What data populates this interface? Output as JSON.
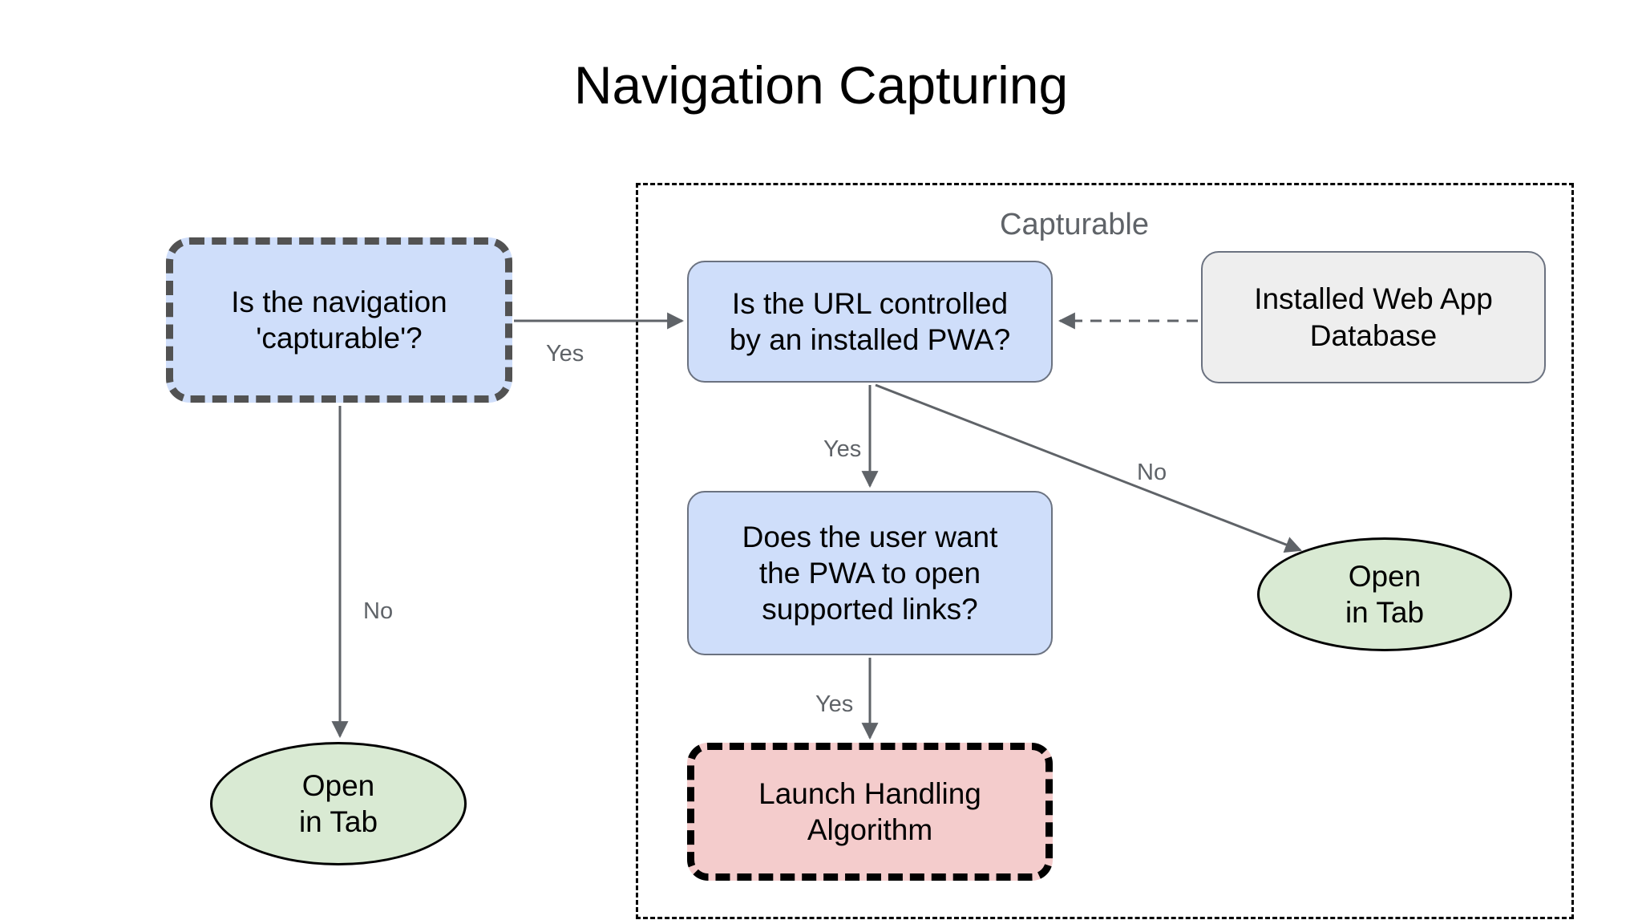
{
  "page": {
    "title": "Navigation Capturing",
    "background_color": "#ffffff"
  },
  "group": {
    "label": "Capturable",
    "border_style": "dashed",
    "border_color": "#000000",
    "label_color": "#5f6368"
  },
  "colors": {
    "decision_fill": "#cfdefa",
    "datastore_fill": "#eeeeee",
    "terminal_fill": "#d9ead3",
    "process_fill": "#f4cccc",
    "edge_stroke": "#5f6368",
    "node_stroke": "#6b7280",
    "dashed_gray_stroke": "#525252",
    "dashed_black_stroke": "#000000",
    "text_color": "#000000"
  },
  "nodes": [
    {
      "id": "is-navigation-capturable",
      "label": "Is the navigation\n'capturable'?",
      "shape": "rounded-rect",
      "fill": "#cfdefa",
      "border": "dashed",
      "border_color": "#525252",
      "in_group": false
    },
    {
      "id": "is-url-controlled-by-pwa",
      "label": "Is the URL controlled\nby an installed PWA?",
      "shape": "rounded-rect",
      "fill": "#cfdefa",
      "border": "solid",
      "border_color": "#6b7280",
      "in_group": true
    },
    {
      "id": "installed-web-app-database",
      "label": "Installed Web App\nDatabase",
      "shape": "rounded-rect",
      "fill": "#eeeeee",
      "border": "solid",
      "border_color": "#6b7280",
      "in_group": true
    },
    {
      "id": "does-user-want-pwa-open-links",
      "label": "Does the user want\nthe PWA to open\nsupported links?",
      "shape": "rounded-rect",
      "fill": "#cfdefa",
      "border": "solid",
      "border_color": "#6b7280",
      "in_group": true
    },
    {
      "id": "launch-handling-algorithm",
      "label": "Launch Handling\nAlgorithm",
      "shape": "rounded-rect",
      "fill": "#f4cccc",
      "border": "dashed",
      "border_color": "#000000",
      "in_group": true
    },
    {
      "id": "open-in-tab-left",
      "label": "Open\nin Tab",
      "shape": "ellipse",
      "fill": "#d9ead3",
      "border": "solid",
      "border_color": "#000000",
      "in_group": false
    },
    {
      "id": "open-in-tab-right",
      "label": "Open\nin Tab",
      "shape": "ellipse",
      "fill": "#d9ead3",
      "border": "solid",
      "border_color": "#000000",
      "in_group": true
    }
  ],
  "edges": [
    {
      "id": "capturable-yes",
      "from": "is-navigation-capturable",
      "to": "is-url-controlled-by-pwa",
      "label": "Yes",
      "style": "solid",
      "arrow": true
    },
    {
      "id": "capturable-no",
      "from": "is-navigation-capturable",
      "to": "open-in-tab-left",
      "label": "No",
      "style": "solid",
      "arrow": true
    },
    {
      "id": "url-yes",
      "from": "is-url-controlled-by-pwa",
      "to": "does-user-want-pwa-open-links",
      "label": "Yes",
      "style": "solid",
      "arrow": true
    },
    {
      "id": "url-no",
      "from": "is-url-controlled-by-pwa",
      "to": "open-in-tab-right",
      "label": "No",
      "style": "solid",
      "arrow": true
    },
    {
      "id": "wants-yes",
      "from": "does-user-want-pwa-open-links",
      "to": "launch-handling-algorithm",
      "label": "Yes",
      "style": "solid",
      "arrow": true
    },
    {
      "id": "database-lookup",
      "from": "installed-web-app-database",
      "to": "is-url-controlled-by-pwa",
      "label": "",
      "style": "dashed",
      "arrow": true
    }
  ]
}
